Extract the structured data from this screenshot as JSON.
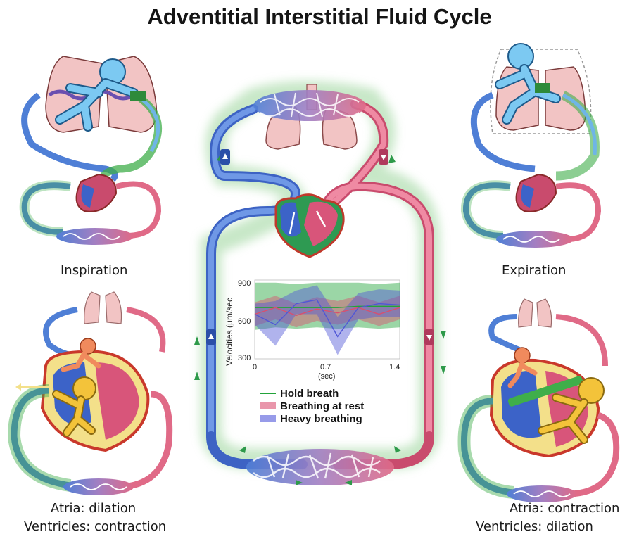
{
  "title": "Adventitial Interstitial Fluid Cycle",
  "captions": {
    "inspiration": "Inspiration",
    "expiration": "Expiration",
    "left_bottom_line1": "Atria: dilation",
    "left_bottom_line2": "Ventricles: contraction",
    "right_bottom_line1": "Atria: contraction",
    "right_bottom_line2": "Ventricles: dilation"
  },
  "colors": {
    "venous_blue": "#4f7fd6",
    "arterial_red": "#e06a87",
    "fluid_green": "#3fae4a",
    "lung_pink": "#f2c4c4",
    "figure_blue": "#7cc9f2",
    "figure_orange": "#f08a5d",
    "figure_yellow": "#f3c33a"
  },
  "chart_data": {
    "type": "area",
    "ylabel": "Velocities (µm/sec",
    "xlabel": "(sec)",
    "x_ticks": [
      "0",
      "0.7",
      "1.4"
    ],
    "y_ticks": [
      "900",
      "600",
      "300"
    ],
    "xlim": [
      0,
      1.4
    ],
    "ylim": [
      300,
      900
    ],
    "series": [
      {
        "name": "Hold breath",
        "color": "#22a33a",
        "x": [
          0,
          0.2,
          0.4,
          0.6,
          0.8,
          1.0,
          1.2,
          1.4
        ],
        "mean": [
          690,
          690,
          690,
          690,
          690,
          700,
          700,
          700
        ],
        "lower": [
          520,
          540,
          530,
          540,
          530,
          540,
          530,
          540
        ],
        "upper": [
          880,
          880,
          870,
          880,
          880,
          880,
          870,
          880
        ]
      },
      {
        "name": "Breathing at rest",
        "color": "#d94f6e",
        "x": [
          0,
          0.2,
          0.4,
          0.6,
          0.8,
          1.0,
          1.2,
          1.4
        ],
        "mean": [
          640,
          690,
          630,
          680,
          650,
          690,
          640,
          690
        ],
        "lower": [
          550,
          600,
          540,
          590,
          560,
          600,
          550,
          600
        ],
        "upper": [
          730,
          780,
          720,
          770,
          740,
          780,
          730,
          780
        ]
      },
      {
        "name": "Heavy breathing",
        "color": "#5057d6",
        "x": [
          0,
          0.2,
          0.4,
          0.6,
          0.8,
          1.0,
          1.2,
          1.4
        ],
        "mean": [
          640,
          560,
          720,
          750,
          470,
          690,
          720,
          710
        ],
        "lower": [
          560,
          400,
          640,
          640,
          330,
          600,
          620,
          620
        ],
        "upper": [
          720,
          740,
          820,
          860,
          620,
          800,
          830,
          820
        ]
      }
    ]
  }
}
